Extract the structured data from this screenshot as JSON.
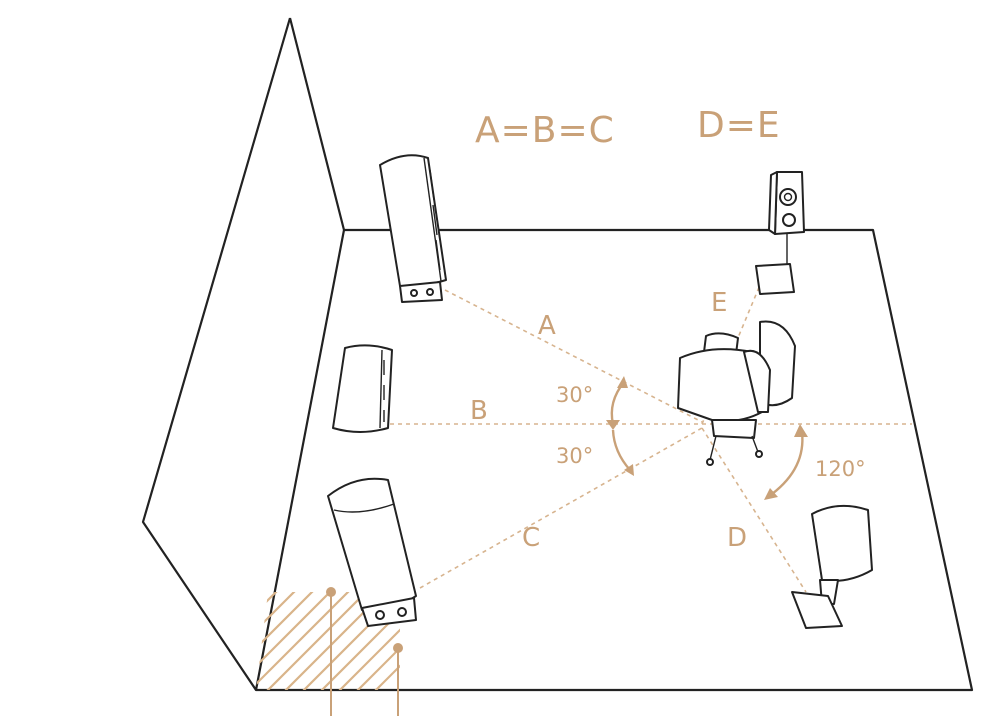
{
  "equations": {
    "front": "A=B=C",
    "surround": "D=E"
  },
  "distance_labels": {
    "a": "A",
    "b": "B",
    "c": "C",
    "d": "D",
    "e": "E"
  },
  "angle_labels": {
    "upper": "30°",
    "lower": "30°",
    "surround": "120°"
  },
  "colors": {
    "accent": "#c9a178",
    "line": "#222222"
  }
}
